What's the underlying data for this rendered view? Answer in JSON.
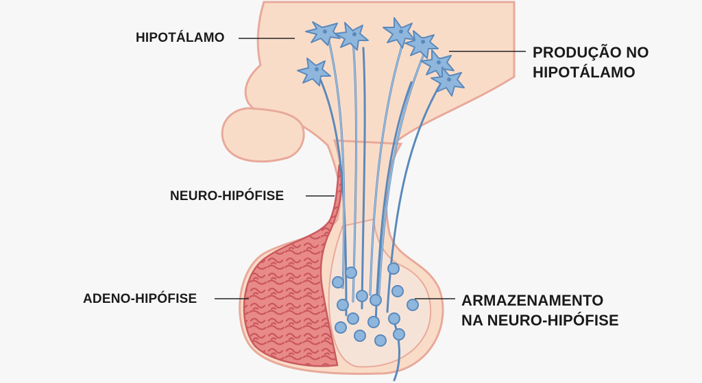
{
  "labels": {
    "hipotalamo": "HIPOTÁLAMO",
    "producao_line1": "PRODUÇÃO NO",
    "producao_line2": "HIPOTÁLAMO",
    "neuro_hipofise": "NEURO-HIPÓFISE",
    "adeno_hipofise": "ADENO-HIPÓFISE",
    "armazenamento_line1": "ARMAZENAMENTO",
    "armazenamento_line2": "NA NEURO-HIPÓFISE"
  },
  "colors": {
    "background": "#f7f7f7",
    "tissue_fill": "#f9dcc8",
    "tissue_outline": "#e8a99a",
    "anterior_lobe": "#e47f80",
    "anterior_lobe_dark": "#c95a60",
    "neuron": "#8fb6dc",
    "neuron_outline": "#5a89bb",
    "leader_line": "#222222"
  },
  "icons": [
    "neuron-cell-icon",
    "axon-terminal-icon"
  ]
}
